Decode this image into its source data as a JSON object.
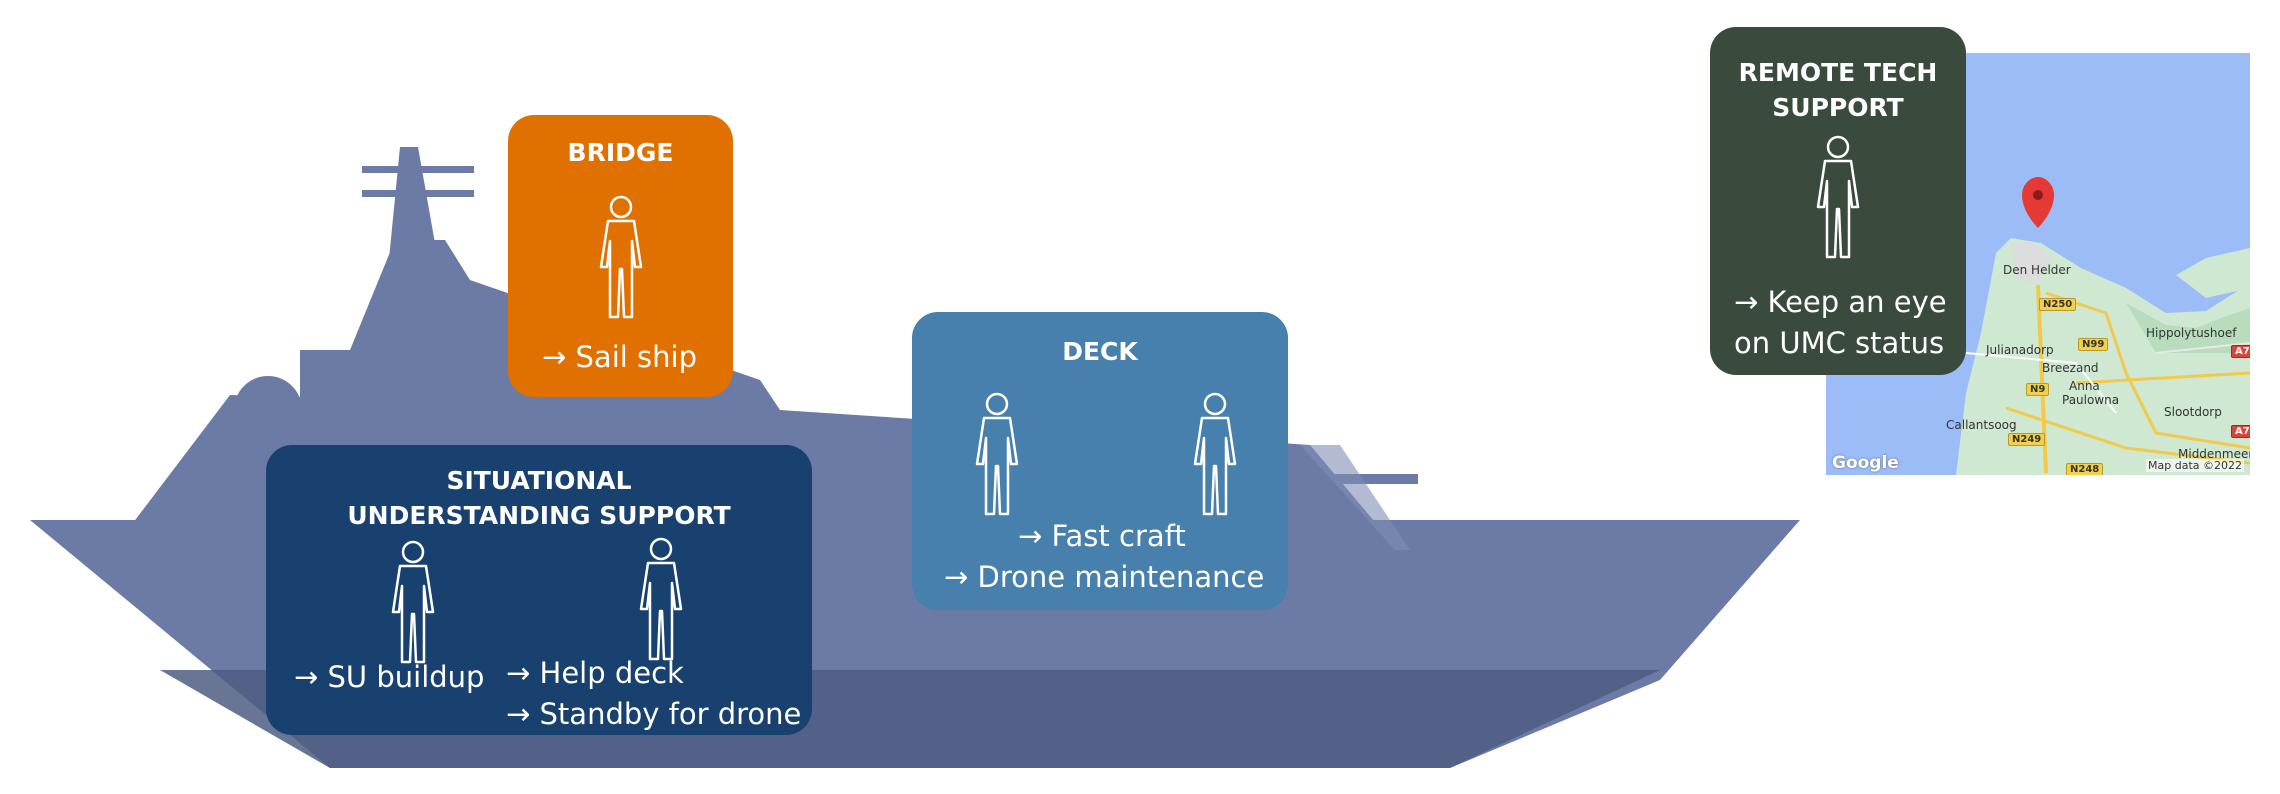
{
  "bridge": {
    "title": "BRIDGE",
    "task": "→ Sail ship"
  },
  "su": {
    "title_line1": "SITUATIONAL",
    "title_line2": "UNDERSTANDING SUPPORT",
    "task_left": "→ SU buildup",
    "task_right_1": "→ Help deck",
    "task_right_2": "→ Standby for drone"
  },
  "deck": {
    "title": "DECK",
    "task_1": "→ Fast craft",
    "task_2": "→ Drone maintenance"
  },
  "remote": {
    "title_line1": "REMOTE TECH",
    "title_line2": "SUPPORT",
    "task_1": "→ Keep an eye",
    "task_2": "on  UMC status"
  },
  "map": {
    "places": {
      "den_helder": "Den Helder",
      "julianadorp": "Julianadorp",
      "breezand": "Breezand",
      "anna_paulowna_1": "Anna",
      "anna_paulowna_2": "Paulowna",
      "hippolytushoef": "Hippolytushoef",
      "callantsoog": "Callantsoog",
      "slootdorp": "Slootdorp",
      "middenmeer": "Middenmeer"
    },
    "roads": {
      "n250": "N250",
      "n99": "N99",
      "n9": "N9",
      "n249": "N249",
      "n248": "N248",
      "a7_top": "A7",
      "a7_bottom": "A7"
    },
    "logo": "Google",
    "attribution": "Map data ©2022"
  },
  "colors": {
    "bridge": "#e07000",
    "su": "#18416f",
    "deck": "#477fad",
    "remote": "#3a4a3d",
    "ship": "#6b7ba6",
    "map_water": "#9bbcf6"
  },
  "icons": {
    "person": "person-outline-icon",
    "pin": "map-pin-icon"
  }
}
